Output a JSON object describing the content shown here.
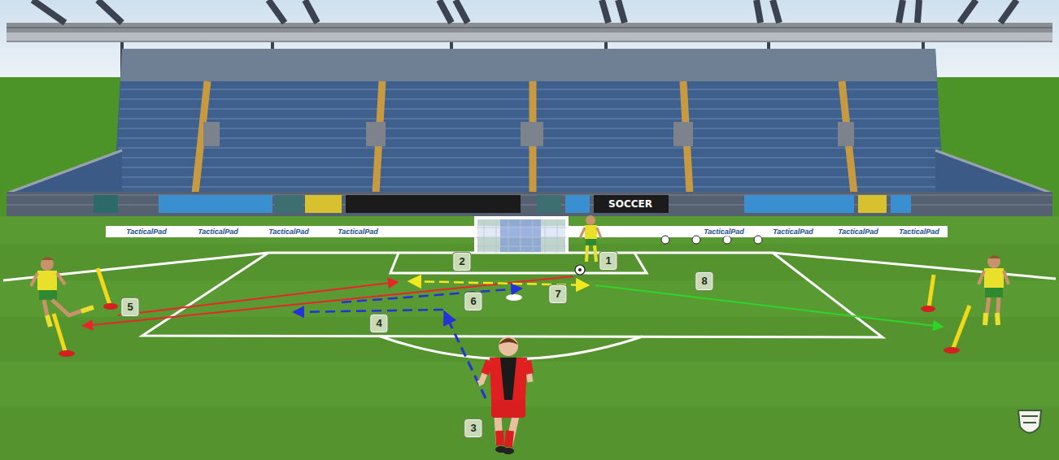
{
  "diagram": {
    "labels": [
      "1",
      "2",
      "3",
      "4",
      "5",
      "6",
      "7",
      "8",
      "SOCCER",
      "TacticalPad",
      "TacticalPad",
      "TacticalPad",
      "TacticalPad",
      "TacticalPad",
      "TacticalPad",
      "TacticalPad",
      "TacticalPad"
    ]
  }
}
